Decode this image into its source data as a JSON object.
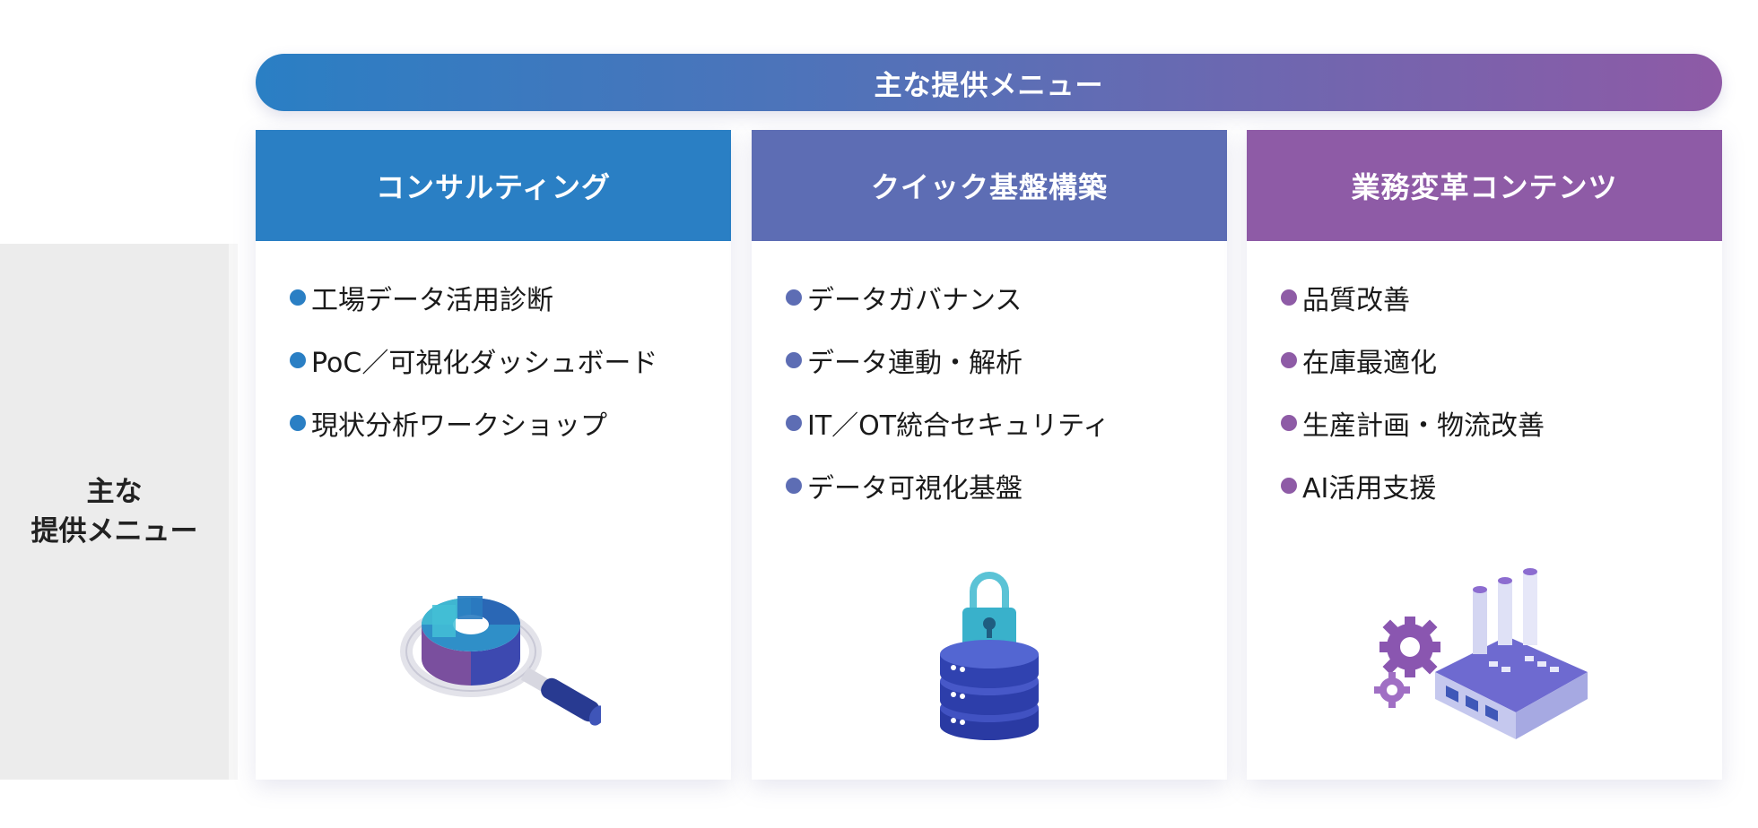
{
  "banner": {
    "title": "主な提供メニュー"
  },
  "side_label": {
    "line1": "主な",
    "line2": "提供メニュー"
  },
  "colors": {
    "consulting": "#2a7fc4",
    "platform": "#5d6db4",
    "transform": "#8e5ba6"
  },
  "cards": [
    {
      "title": "コンサルティング",
      "icon": "magnifier-chart-icon",
      "items": [
        "工場データ活用診断",
        "PoC／可視化ダッシュボード",
        "現状分析ワークショップ"
      ]
    },
    {
      "title": "クイック基盤構築",
      "icon": "database-lock-icon",
      "items": [
        "データガバナンス",
        "データ連動・解析",
        "IT／OT統合セキュリティ",
        "データ可視化基盤"
      ]
    },
    {
      "title": "業務変革コンテンツ",
      "icon": "factory-gear-icon",
      "items": [
        "品質改善",
        "在庫最適化",
        "生産計画・物流改善",
        "AI活用支援"
      ]
    }
  ]
}
